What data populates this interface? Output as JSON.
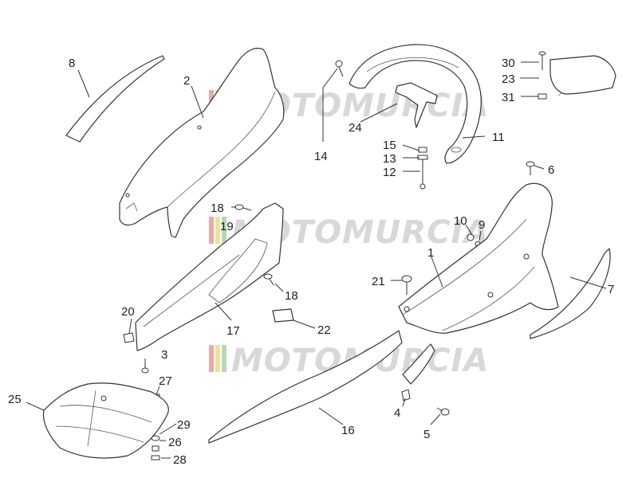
{
  "watermark": {
    "text": "MOTOMURCIA",
    "stripe_colors": [
      "#e8a9a9",
      "#f2df9a",
      "#b5d9b0"
    ]
  },
  "callouts": [
    {
      "id": "c1",
      "label": "1"
    },
    {
      "id": "c2",
      "label": "2"
    },
    {
      "id": "c3",
      "label": "3"
    },
    {
      "id": "c4",
      "label": "4"
    },
    {
      "id": "c5",
      "label": "5"
    },
    {
      "id": "c6",
      "label": "6"
    },
    {
      "id": "c7",
      "label": "7"
    },
    {
      "id": "c8",
      "label": "8"
    },
    {
      "id": "c9",
      "label": "9"
    },
    {
      "id": "c10",
      "label": "10"
    },
    {
      "id": "c11",
      "label": "11"
    },
    {
      "id": "c12",
      "label": "12"
    },
    {
      "id": "c13",
      "label": "13"
    },
    {
      "id": "c14",
      "label": "14"
    },
    {
      "id": "c15",
      "label": "15"
    },
    {
      "id": "c16",
      "label": "16"
    },
    {
      "id": "c17",
      "label": "17"
    },
    {
      "id": "c18a",
      "label": "18"
    },
    {
      "id": "c18b",
      "label": "18"
    },
    {
      "id": "c19",
      "label": "19"
    },
    {
      "id": "c20",
      "label": "20"
    },
    {
      "id": "c21",
      "label": "21"
    },
    {
      "id": "c22",
      "label": "22"
    },
    {
      "id": "c23",
      "label": "23"
    },
    {
      "id": "c24",
      "label": "24"
    },
    {
      "id": "c25",
      "label": "25"
    },
    {
      "id": "c26",
      "label": "26"
    },
    {
      "id": "c27",
      "label": "27"
    },
    {
      "id": "c28",
      "label": "28"
    },
    {
      "id": "c29",
      "label": "29"
    },
    {
      "id": "c30",
      "label": "30"
    },
    {
      "id": "c31",
      "label": "31"
    }
  ]
}
